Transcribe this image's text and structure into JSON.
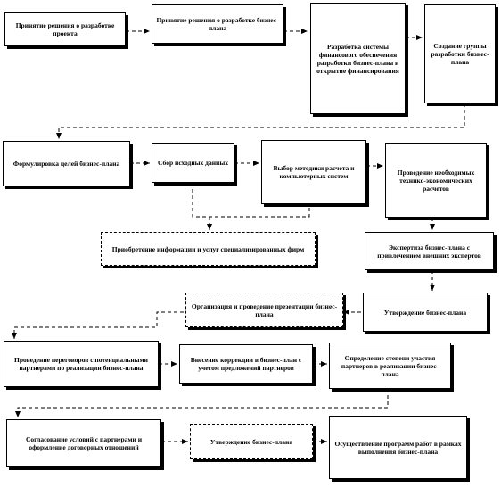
{
  "steps": {
    "s1": "Принятие решения о разработке проекта",
    "s2": "Принятие решения о разработке бизнес-плана",
    "s3": "Разработка системы финансового обеспечения разработки бизнес-плана и открытие финансирования",
    "s4": "Создание группы разработки бизнес-плана",
    "s5": "Формулировка целей бизнес-плана",
    "s6": "Сбор исходных данных",
    "s7": "Выбор методики расчета и компьютерных систем",
    "s8": "Проведение необходимых технико-экономических расчетов",
    "s9": "Приобретение информации и услуг специализированных фирм",
    "s10": "Экспертиза бизнес-плана с привлечением внешних экспертов",
    "s11": "Утверждение бизнес-плана",
    "s12": "Организация и проведение презентации бизнес-плана",
    "s13": "Проведение переговоров с потенциальными партнерами по реализации бизнес-плана",
    "s14": "Внесение коррекции в бизнес-план с учетом предложений партнеров",
    "s15": "Определение степени участия партнеров в реализации бизнес-плана",
    "s16": "Согласование условий с партнерами и оформление договорных отношений",
    "s17": "Утверждение бизнес-плана",
    "s18": "Осуществление программ работ в рамках выполнения бизнес-плана"
  }
}
